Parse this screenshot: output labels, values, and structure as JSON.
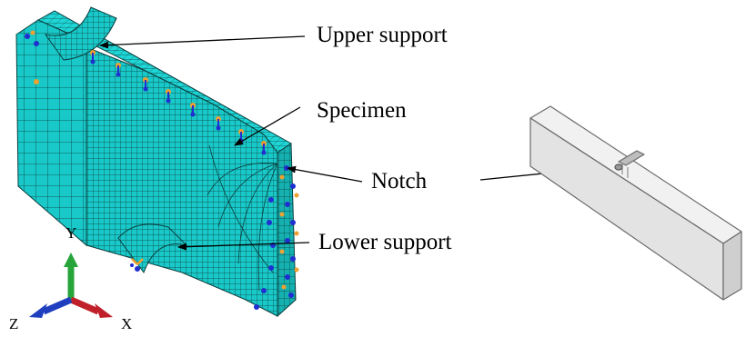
{
  "labels": {
    "upper_support": "Upper support",
    "specimen": "Specimen",
    "notch": "Notch",
    "lower_support": "Lower support"
  },
  "axes": {
    "x": "X",
    "y": "Y",
    "z": "Z"
  },
  "colors": {
    "mesh_fill": "#19c8c8",
    "mesh_dark": "#109a9a",
    "mesh_line": "#0b3f3f",
    "boundary_blue": "#1f2fd0",
    "load_orange": "#f0a030",
    "axis_x": "#c0202a",
    "axis_y": "#27a53b",
    "axis_z": "#1f3fbf",
    "specimen_grey": "#e6e6e6"
  }
}
